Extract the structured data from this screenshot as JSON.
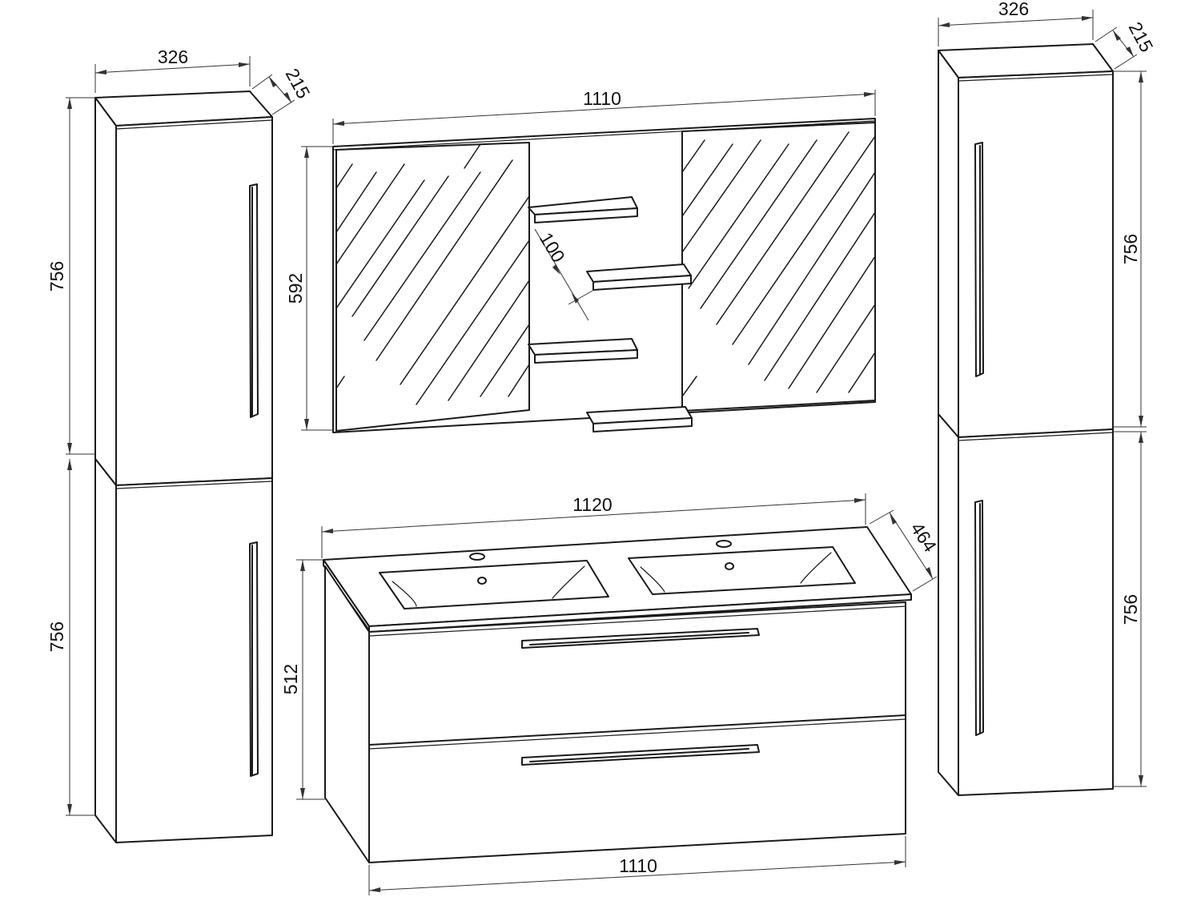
{
  "diagram": {
    "left_column": {
      "width": "326",
      "depth": "215",
      "height_upper": "756",
      "height_lower": "756"
    },
    "mirror_cabinet": {
      "width": "1110",
      "height": "592",
      "shelf_spacing": "100"
    },
    "vanity": {
      "top_width": "1120",
      "depth": "464",
      "height": "512",
      "bottom_width": "1110"
    },
    "right_column": {
      "width": "326",
      "depth": "215",
      "height_upper": "756",
      "height_lower": "756"
    }
  }
}
